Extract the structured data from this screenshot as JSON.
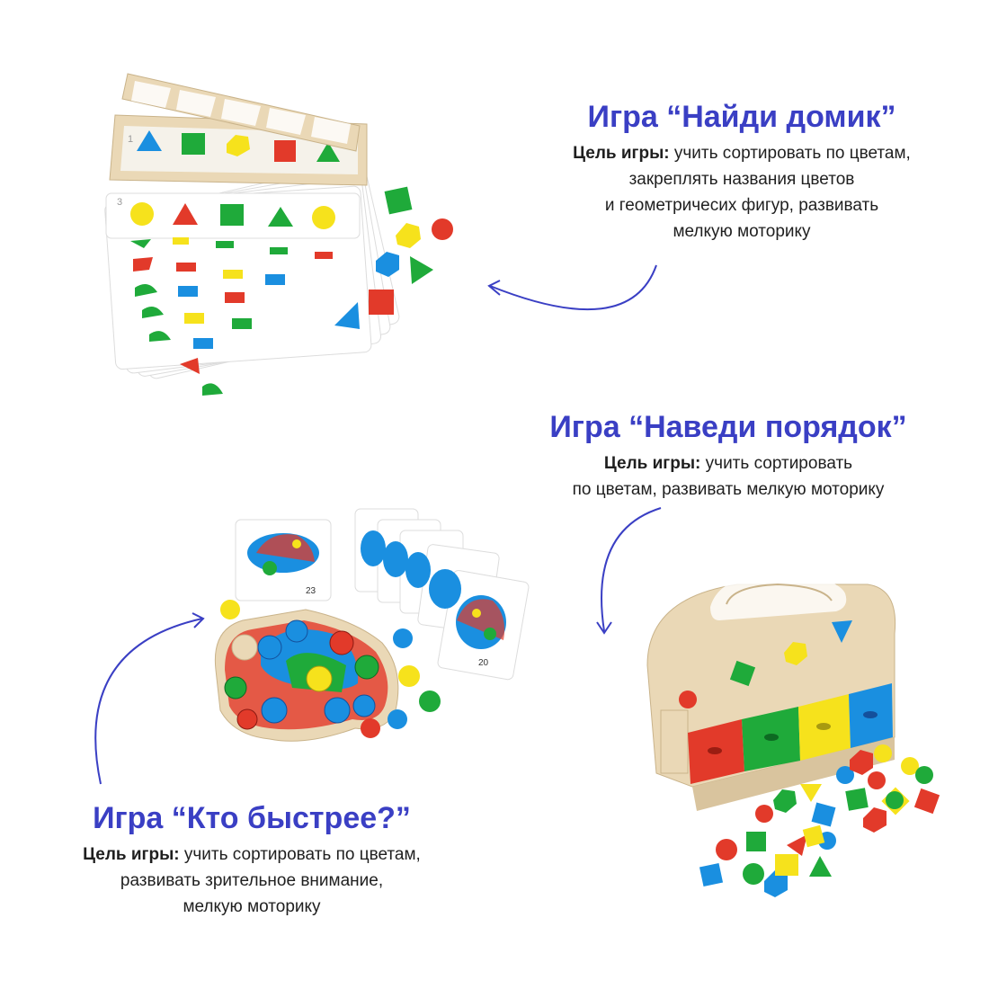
{
  "game1": {
    "title": "Игра “Найди домик”",
    "goal_label": "Цель игры:",
    "lines": [
      "учить сортировать по цветам,",
      "закреплять названия цветов",
      "и геометричесих фигур, развивать",
      "мелкую моторику"
    ]
  },
  "game2": {
    "title": "Игра “Наведи порядок”",
    "goal_label": "Цель игры:",
    "lines": [
      "учить сортировать",
      "по цветам, развивать мелкую моторику"
    ]
  },
  "game3": {
    "title": "Игра “Кто быстрее?”",
    "goal_label": "Цель игры:",
    "lines": [
      "учить сортировать по цветам,",
      "развивать зрительное внимание,",
      "мелкую моторику"
    ]
  },
  "cards": {
    "num_top": "1",
    "num_fan": "3",
    "num_card_a": "23",
    "num_card_b": "20"
  },
  "colors": {
    "accent": "#3a3fc4",
    "red": "#e23a2a",
    "green": "#1faa3a",
    "yellow": "#f6e21c",
    "blue": "#1a8fe0",
    "wood": "#ead8b6"
  }
}
